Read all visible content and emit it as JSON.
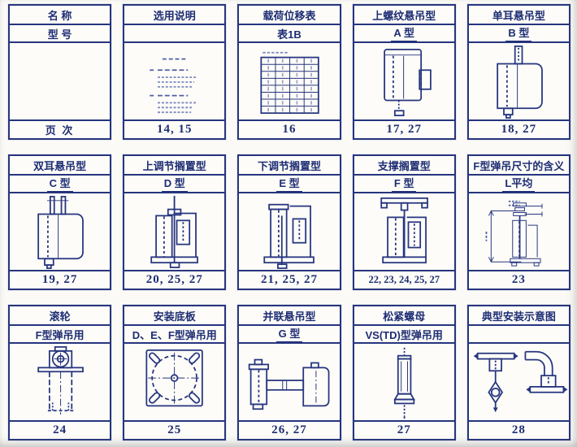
{
  "page": {
    "kind": "spring-hanger-catalog-index",
    "ink_color": "#26357f",
    "paper_color": "#fbfaf6"
  },
  "cells": [
    {
      "title": "名 称",
      "model": "型 号",
      "pages": "页 次",
      "drawing": "blank"
    },
    {
      "title": "选用说明",
      "model": "",
      "pages": "14, 15",
      "drawing": "selection-notes"
    },
    {
      "title": "载荷位移表",
      "model": "表1B",
      "pages": "16",
      "drawing": "load-displacement-table"
    },
    {
      "title": "上螺纹悬吊型",
      "model": "A 型",
      "pages": "17, 27",
      "drawing": "hanger-type-a"
    },
    {
      "title": "单耳悬吊型",
      "model": "B 型",
      "pages": "18, 27",
      "drawing": "hanger-type-b"
    },
    {
      "title": "双耳悬吊型",
      "model": "C 型",
      "pages": "19, 27",
      "drawing": "hanger-type-c"
    },
    {
      "title": "上调节搁置型",
      "model": "D 型",
      "pages": "20, 25, 27",
      "drawing": "hanger-type-d"
    },
    {
      "title": "下调节搁置型",
      "model": "E 型",
      "pages": "21, 25, 27",
      "drawing": "hanger-type-e"
    },
    {
      "title": "支撑搁置型",
      "model": "F 型",
      "pages": "22, 23, 24, 25, 27",
      "drawing": "hanger-type-f"
    },
    {
      "title": "F型弹吊尺寸的含义",
      "model": "L平均",
      "pages": "23",
      "drawing": "f-type-dimension"
    },
    {
      "title": "滚轮",
      "model": "F型弹吊用",
      "pages": "24",
      "drawing": "roller"
    },
    {
      "title": "安装底板",
      "model": "D、E、F型弹吊用",
      "pages": "25",
      "drawing": "mounting-base-plate"
    },
    {
      "title": "并联悬吊型",
      "model": "G 型",
      "pages": "26, 27",
      "drawing": "parallel-hanger-g"
    },
    {
      "title": "松紧螺母",
      "model": "VS(TD)型弹吊用",
      "pages": "27",
      "drawing": "turnbuckle-nut"
    },
    {
      "title": "典型安装示意图",
      "model": "",
      "pages": "28",
      "drawing": "typical-installation"
    }
  ]
}
